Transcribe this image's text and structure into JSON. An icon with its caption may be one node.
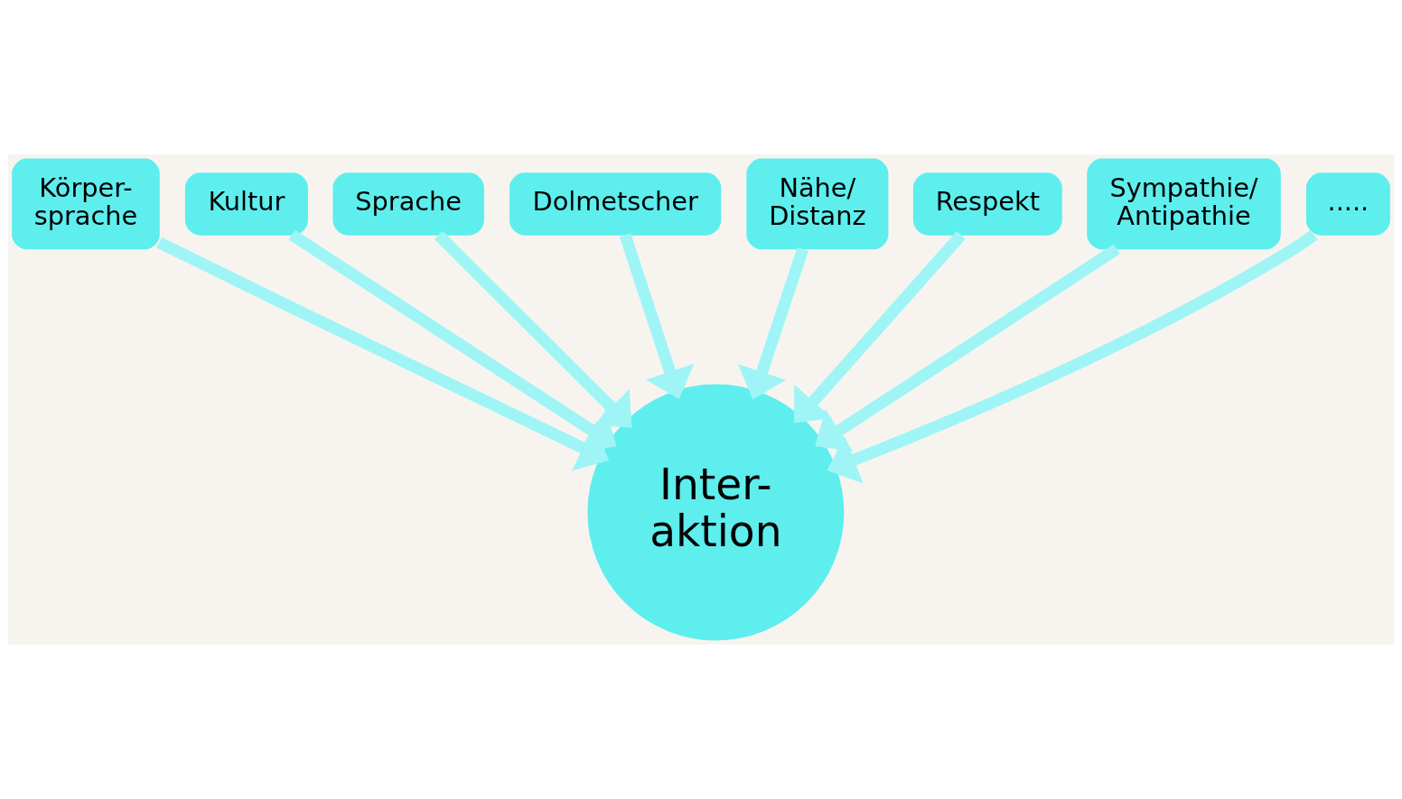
{
  "diagram": {
    "nodes": [
      {
        "text": [
          "Körper- sprache"
        ]
      },
      {
        "text": [
          "Kultur"
        ]
      },
      {
        "text": [
          "Sprache"
        ]
      },
      {
        "text": [
          "Dolmetscher"
        ]
      },
      {
        "text": [
          "Nähe/ Distanz"
        ]
      },
      {
        "text": [
          "Respekt"
        ]
      },
      {
        "text": [
          "Sympathie/ Antipathie"
        ]
      },
      {
        "text": [
          "....."
        ]
      },
      {
        "text": [
          "Inter- aktion"
        ]
      }
    ],
    "edges": [
      {
        "from": 6,
        "to": 8,
        "arrow": "to"
      },
      {
        "from": 4,
        "to": 8,
        "arrow": "to"
      },
      {
        "from": 2,
        "to": 8,
        "arrow": "to"
      },
      {
        "from": 0,
        "to": 8,
        "arrow": "to"
      },
      {
        "from": 1,
        "to": 8,
        "arrow": "to"
      },
      {
        "from": 3,
        "to": 8,
        "arrow": "to"
      },
      {
        "from": 5,
        "to": 8,
        "arrow": "to"
      },
      {
        "from": 7,
        "to": 8,
        "arrow": "to"
      }
    ]
  }
}
